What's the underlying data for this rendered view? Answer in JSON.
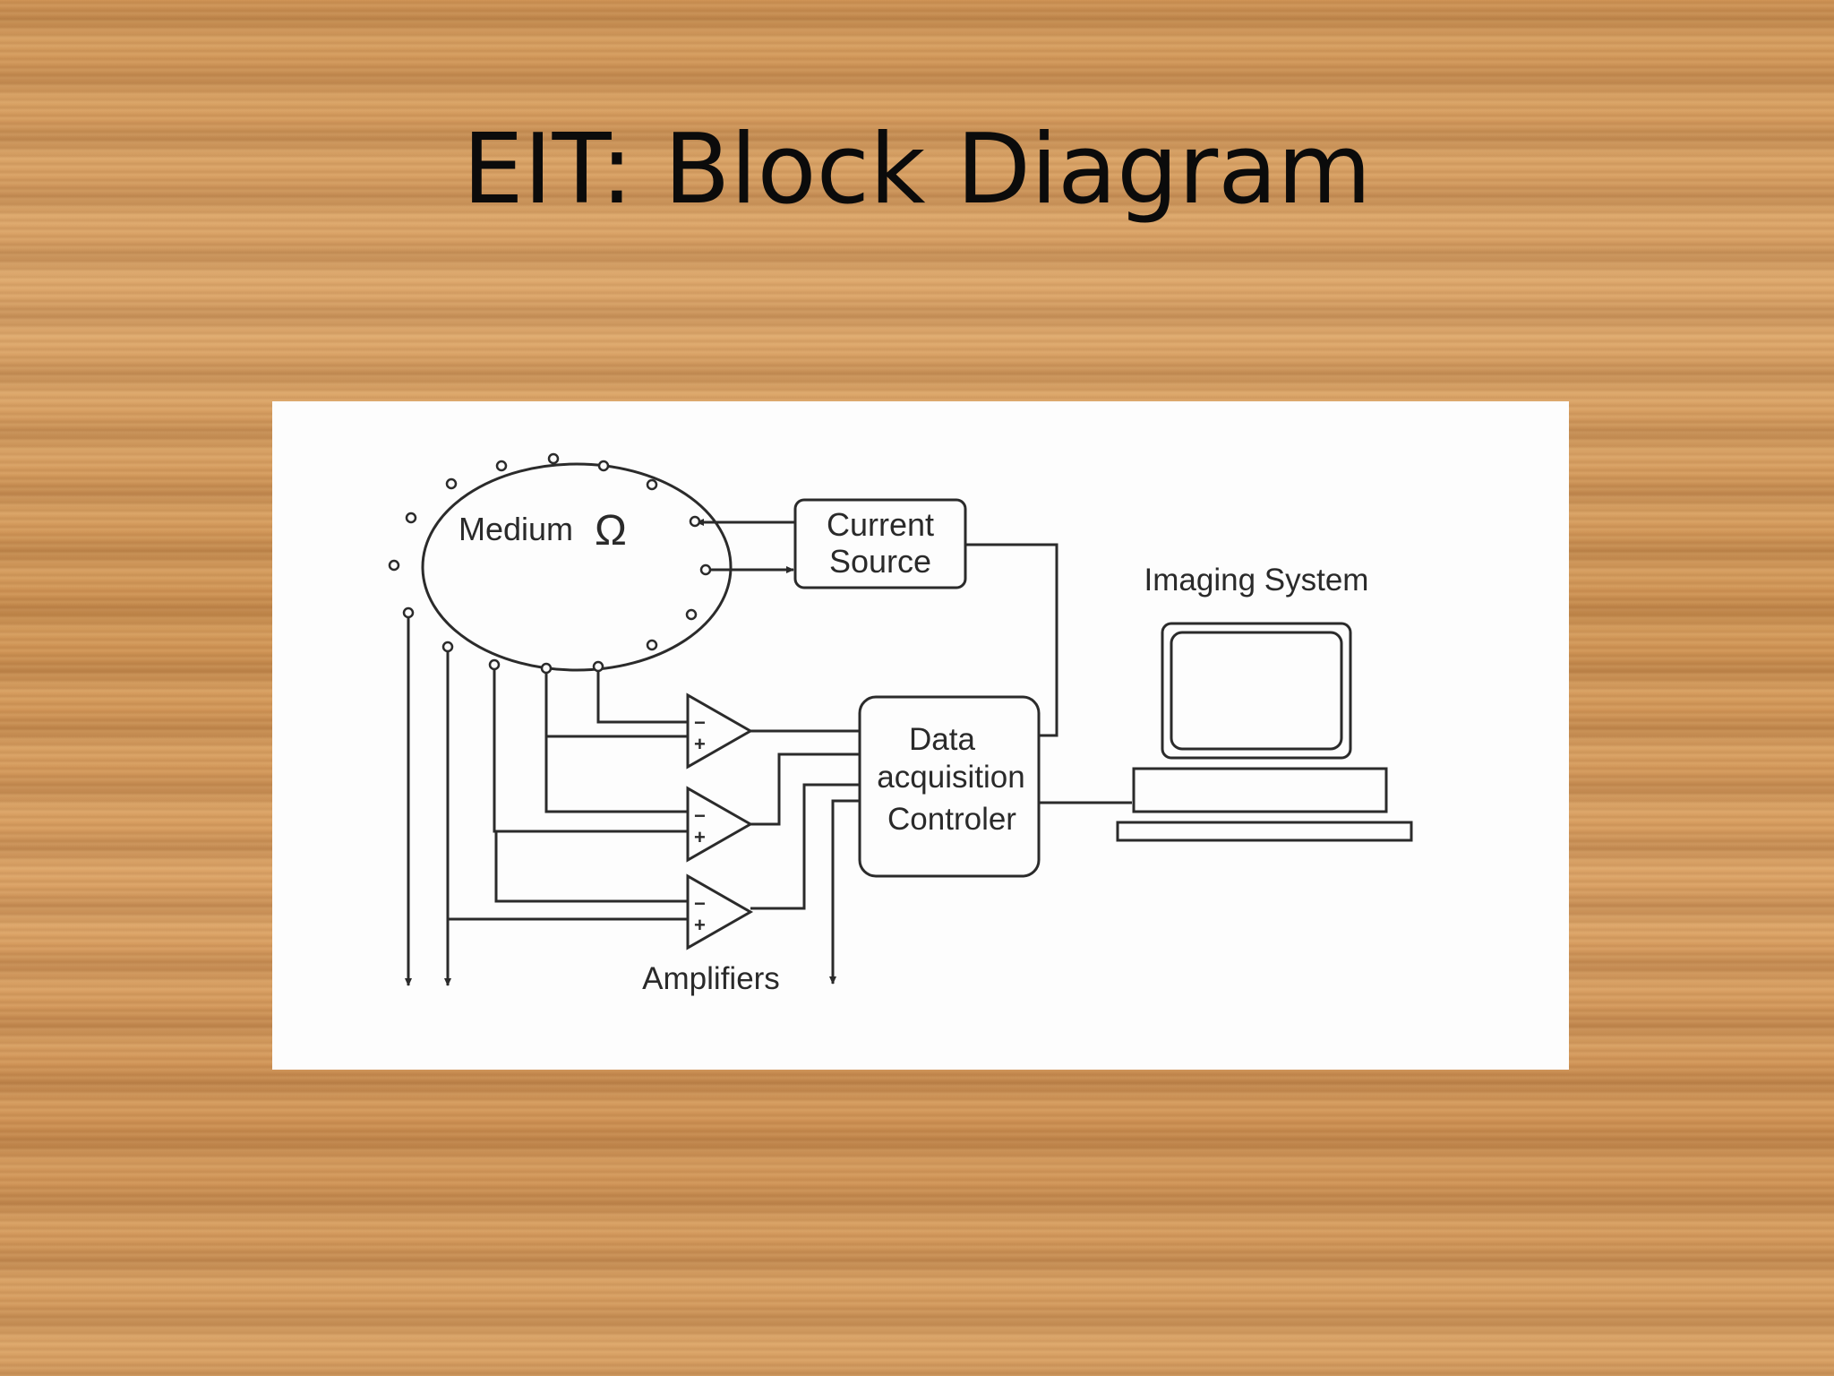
{
  "slide": {
    "title": "EIT: Block Diagram"
  },
  "diagram": {
    "medium_label": "Medium",
    "medium_symbol": "Ω",
    "current_source_label": [
      "Current",
      "Source"
    ],
    "controller_label": [
      "Data",
      "acquisition",
      "Controler"
    ],
    "imaging_system_label": "Imaging System",
    "amplifiers_label": "Amplifiers",
    "amplifier_sign_minus": "−",
    "amplifier_sign_plus": "+"
  },
  "colors": {
    "line": "#2b2b2b",
    "panel": "#fdfdfd",
    "title": "#0b0b0b"
  }
}
